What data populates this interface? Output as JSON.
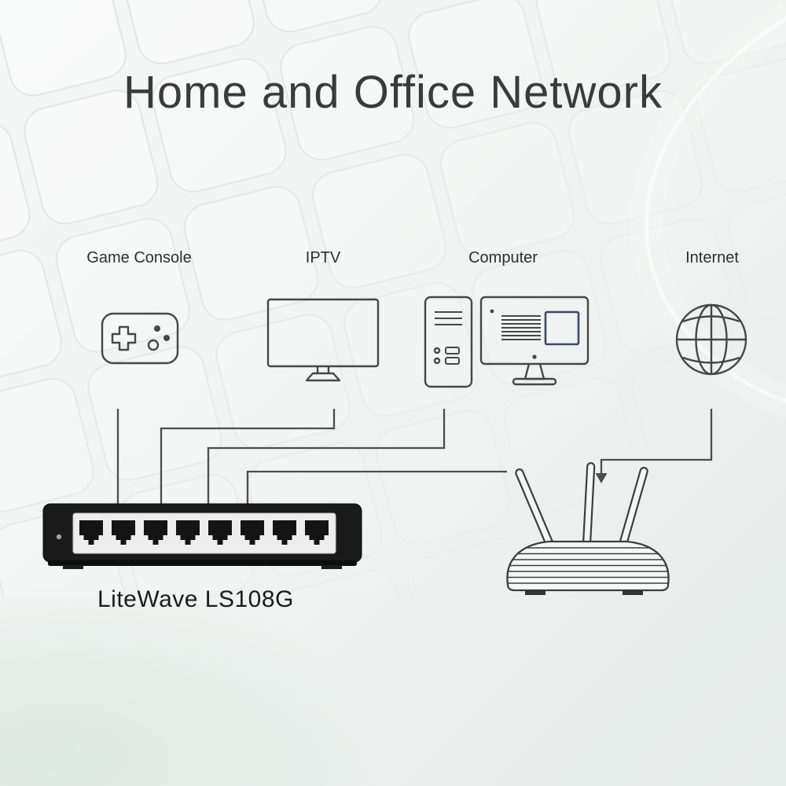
{
  "title": "Home and Office Network",
  "devices": {
    "game_console": {
      "label": "Game Console"
    },
    "iptv": {
      "label": "IPTV"
    },
    "computer": {
      "label": "Computer"
    },
    "internet": {
      "label": "Internet"
    }
  },
  "switch": {
    "model_label": "LiteWave LS108G",
    "ports": 8
  },
  "router": {
    "antennas": 3
  },
  "colors": {
    "title_text": "#3b3b3b",
    "label_text": "#2e2e2e",
    "line": "#4d4d4d",
    "icon_stroke": "#474747",
    "switch_body": "#1a1a1a",
    "switch_panel": "#ededed",
    "monitor_window_accent": "#3d4a6b",
    "background_top": "#f5f7f6",
    "background_bottom": "#e6ecea"
  }
}
